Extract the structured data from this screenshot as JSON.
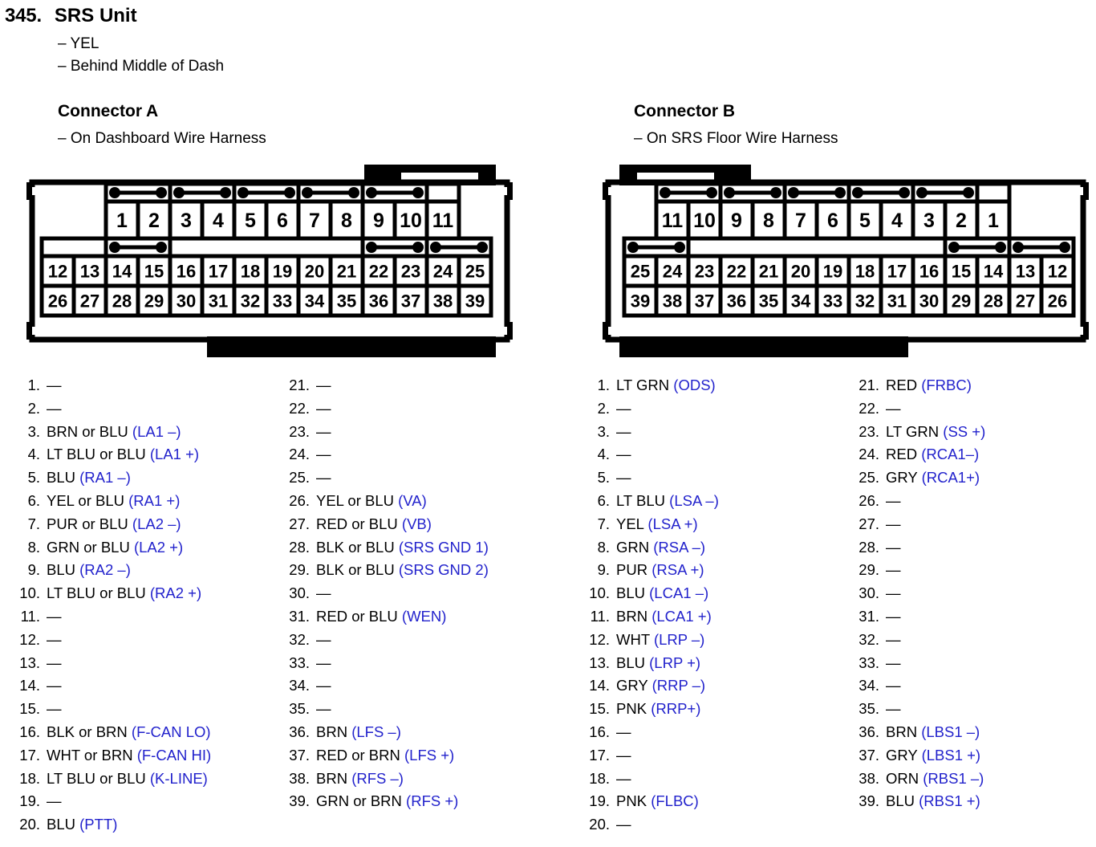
{
  "header": {
    "item_number": "345.",
    "item_title": "SRS Unit",
    "bullet_color": "– YEL",
    "bullet_location": "– Behind Middle of Dash"
  },
  "connectors": [
    {
      "id": "A",
      "heading": "Connector A",
      "subheading": "– On Dashboard Wire Harness",
      "orientation": "tab-right",
      "layout": {
        "row1_pins": [
          1,
          2,
          3,
          4,
          5,
          6,
          7,
          8,
          9,
          10,
          11
        ],
        "row2_pins": [
          12,
          13,
          14,
          15,
          16,
          17,
          18,
          19,
          20,
          21,
          22,
          23,
          24,
          25
        ],
        "row3_pins": [
          26,
          27,
          28,
          29,
          30,
          31,
          32,
          33,
          34,
          35,
          36,
          37,
          38,
          39
        ],
        "upper_links": [
          [
            1,
            2
          ],
          [
            3,
            4
          ],
          [
            5,
            6
          ],
          [
            7,
            8
          ],
          [
            9,
            10
          ]
        ],
        "lower_links": [
          [
            14,
            15
          ],
          [
            22,
            23
          ],
          [
            24,
            25
          ]
        ]
      },
      "pins": [
        {
          "n": "1.",
          "wire": "—",
          "sig": ""
        },
        {
          "n": "2.",
          "wire": "—",
          "sig": ""
        },
        {
          "n": "3.",
          "wire": "BRN or BLU",
          "sig": "(LA1 –)"
        },
        {
          "n": "4.",
          "wire": "LT BLU or BLU",
          "sig": "(LA1 +)"
        },
        {
          "n": "5.",
          "wire": "BLU",
          "sig": "(RA1 –)"
        },
        {
          "n": "6.",
          "wire": "YEL or BLU",
          "sig": "(RA1 +)"
        },
        {
          "n": "7.",
          "wire": "PUR or BLU",
          "sig": "(LA2 –)"
        },
        {
          "n": "8.",
          "wire": "GRN or BLU",
          "sig": "(LA2 +)"
        },
        {
          "n": "9.",
          "wire": "BLU",
          "sig": "(RA2 –)"
        },
        {
          "n": "10.",
          "wire": "LT BLU or BLU",
          "sig": "(RA2 +)"
        },
        {
          "n": "11.",
          "wire": "—",
          "sig": ""
        },
        {
          "n": "12.",
          "wire": "—",
          "sig": ""
        },
        {
          "n": "13.",
          "wire": "—",
          "sig": ""
        },
        {
          "n": "14.",
          "wire": "—",
          "sig": ""
        },
        {
          "n": "15.",
          "wire": "—",
          "sig": ""
        },
        {
          "n": "16.",
          "wire": "BLK or BRN",
          "sig": "(F-CAN LO)"
        },
        {
          "n": "17.",
          "wire": "WHT or BRN",
          "sig": "(F-CAN HI)"
        },
        {
          "n": "18.",
          "wire": "LT BLU or BLU",
          "sig": "(K-LINE)"
        },
        {
          "n": "19.",
          "wire": "—",
          "sig": ""
        },
        {
          "n": "20.",
          "wire": "BLU",
          "sig": "(PTT)"
        },
        {
          "n": "21.",
          "wire": "—",
          "sig": ""
        },
        {
          "n": "22.",
          "wire": "—",
          "sig": ""
        },
        {
          "n": "23.",
          "wire": "—",
          "sig": ""
        },
        {
          "n": "24.",
          "wire": "—",
          "sig": ""
        },
        {
          "n": "25.",
          "wire": "—",
          "sig": ""
        },
        {
          "n": "26.",
          "wire": "YEL or BLU",
          "sig": "(VA)"
        },
        {
          "n": "27.",
          "wire": "RED or BLU",
          "sig": "(VB)"
        },
        {
          "n": "28.",
          "wire": "BLK or BLU",
          "sig": "(SRS GND 1)"
        },
        {
          "n": "29.",
          "wire": "BLK or BLU",
          "sig": "(SRS GND 2)"
        },
        {
          "n": "30.",
          "wire": "—",
          "sig": ""
        },
        {
          "n": "31.",
          "wire": "RED or BLU",
          "sig": "(WEN)"
        },
        {
          "n": "32.",
          "wire": "—",
          "sig": ""
        },
        {
          "n": "33.",
          "wire": "—",
          "sig": ""
        },
        {
          "n": "34.",
          "wire": "—",
          "sig": ""
        },
        {
          "n": "35.",
          "wire": "—",
          "sig": ""
        },
        {
          "n": "36.",
          "wire": "BRN",
          "sig": "(LFS –)"
        },
        {
          "n": "37.",
          "wire": "RED or BRN",
          "sig": "(LFS +)"
        },
        {
          "n": "38.",
          "wire": "BRN",
          "sig": "(RFS –)"
        },
        {
          "n": "39.",
          "wire": "GRN or BRN",
          "sig": "(RFS +)"
        }
      ]
    },
    {
      "id": "B",
      "heading": "Connector B",
      "subheading": "– On SRS Floor Wire Harness",
      "orientation": "tab-left",
      "layout": {
        "row1_pins": [
          1,
          2,
          3,
          4,
          5,
          6,
          7,
          8,
          9,
          10,
          11
        ],
        "row2_pins": [
          12,
          13,
          14,
          15,
          16,
          17,
          18,
          19,
          20,
          21,
          22,
          23,
          24,
          25
        ],
        "row3_pins": [
          26,
          27,
          28,
          29,
          30,
          31,
          32,
          33,
          34,
          35,
          36,
          37,
          38,
          39
        ],
        "upper_links": [
          [
            2,
            3
          ],
          [
            4,
            5
          ],
          [
            6,
            7
          ],
          [
            8,
            9
          ],
          [
            10,
            11
          ]
        ],
        "lower_links": [
          [
            12,
            13
          ],
          [
            14,
            15
          ],
          [
            24,
            25
          ]
        ]
      },
      "pins": [
        {
          "n": "1.",
          "wire": "LT GRN",
          "sig": "(ODS)"
        },
        {
          "n": "2.",
          "wire": "—",
          "sig": ""
        },
        {
          "n": "3.",
          "wire": "—",
          "sig": ""
        },
        {
          "n": "4.",
          "wire": "—",
          "sig": ""
        },
        {
          "n": "5.",
          "wire": "—",
          "sig": ""
        },
        {
          "n": "6.",
          "wire": "LT BLU",
          "sig": "(LSA –)"
        },
        {
          "n": "7.",
          "wire": "YEL",
          "sig": "(LSA +)"
        },
        {
          "n": "8.",
          "wire": "GRN",
          "sig": "(RSA –)"
        },
        {
          "n": "9.",
          "wire": "PUR",
          "sig": "(RSA +)"
        },
        {
          "n": "10.",
          "wire": "BLU",
          "sig": "(LCA1 –)"
        },
        {
          "n": "11.",
          "wire": "BRN",
          "sig": "(LCA1 +)"
        },
        {
          "n": "12.",
          "wire": "WHT",
          "sig": "(LRP –)"
        },
        {
          "n": "13.",
          "wire": "BLU",
          "sig": "(LRP +)"
        },
        {
          "n": "14.",
          "wire": "GRY",
          "sig": "(RRP –)"
        },
        {
          "n": "15.",
          "wire": "PNK",
          "sig": "(RRP+)"
        },
        {
          "n": "16.",
          "wire": "—",
          "sig": ""
        },
        {
          "n": "17.",
          "wire": "—",
          "sig": ""
        },
        {
          "n": "18.",
          "wire": "—",
          "sig": ""
        },
        {
          "n": "19.",
          "wire": "PNK",
          "sig": "(FLBC)"
        },
        {
          "n": "20.",
          "wire": "—",
          "sig": ""
        },
        {
          "n": "21.",
          "wire": "RED",
          "sig": "(FRBC)"
        },
        {
          "n": "22.",
          "wire": "—",
          "sig": ""
        },
        {
          "n": "23.",
          "wire": "LT GRN",
          "sig": "(SS +)"
        },
        {
          "n": "24.",
          "wire": "RED",
          "sig": "(RCA1–)"
        },
        {
          "n": "25.",
          "wire": "GRY",
          "sig": "(RCA1+)"
        },
        {
          "n": "26.",
          "wire": "—",
          "sig": ""
        },
        {
          "n": "27.",
          "wire": "—",
          "sig": ""
        },
        {
          "n": "28.",
          "wire": "—",
          "sig": ""
        },
        {
          "n": "29.",
          "wire": "—",
          "sig": ""
        },
        {
          "n": "30.",
          "wire": "—",
          "sig": ""
        },
        {
          "n": "31.",
          "wire": "—",
          "sig": ""
        },
        {
          "n": "32.",
          "wire": "—",
          "sig": ""
        },
        {
          "n": "33.",
          "wire": "—",
          "sig": ""
        },
        {
          "n": "34.",
          "wire": "—",
          "sig": ""
        },
        {
          "n": "35.",
          "wire": "—",
          "sig": ""
        },
        {
          "n": "36.",
          "wire": "BRN",
          "sig": "(LBS1 –)"
        },
        {
          "n": "37.",
          "wire": "GRY",
          "sig": "(LBS1 +)"
        },
        {
          "n": "38.",
          "wire": "ORN",
          "sig": "(RBS1 –)"
        },
        {
          "n": "39.",
          "wire": "BLU",
          "sig": "(RBS1 +)"
        }
      ]
    }
  ],
  "colors": {
    "signal": "#2222cc",
    "ink": "#000000",
    "paper": "#ffffff"
  }
}
